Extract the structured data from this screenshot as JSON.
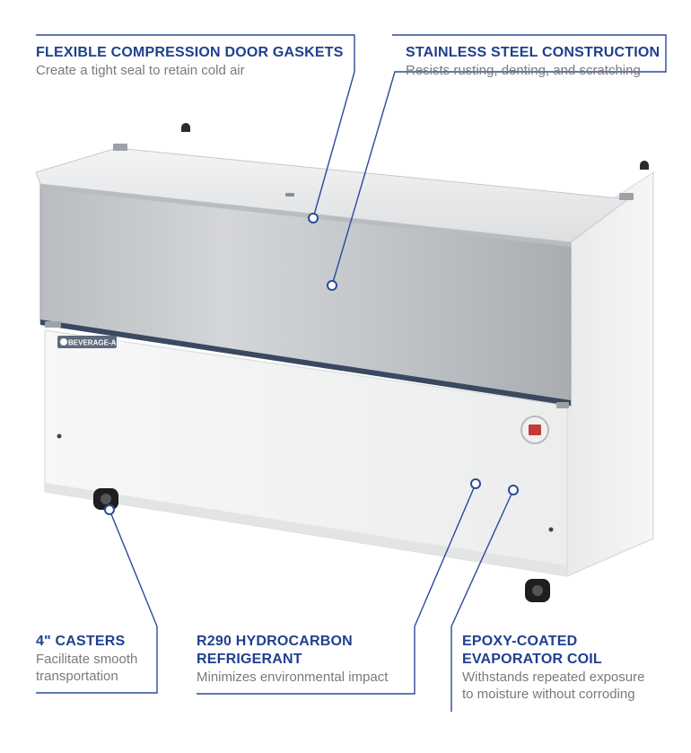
{
  "colors": {
    "accent": "#1f3f8f",
    "text_muted": "#7a7a7a",
    "leader": "#2a4a9a"
  },
  "brand": {
    "badge": "BEVERAGE-AIR"
  },
  "callouts": {
    "gaskets": {
      "title": "FLEXIBLE COMPRESSION DOOR GASKETS",
      "desc": "Create a tight seal to retain cold air"
    },
    "steel": {
      "title": "STAINLESS STEEL CONSTRUCTION",
      "desc": "Resists rusting, denting, and scratching"
    },
    "casters": {
      "title": "4\" CASTERS",
      "desc_1": "Facilitate smooth",
      "desc_2": "transportation"
    },
    "refrigerant": {
      "title_1": "R290 HYDROCARBON",
      "title_2": "REFRIGERANT",
      "desc": "Minimizes environmental impact"
    },
    "coil": {
      "title_1": "EPOXY-COATED",
      "title_2": "EVAPORATOR COIL",
      "desc_1": "Withstands repeated exposure",
      "desc_2": "to moisture without corroding"
    }
  }
}
